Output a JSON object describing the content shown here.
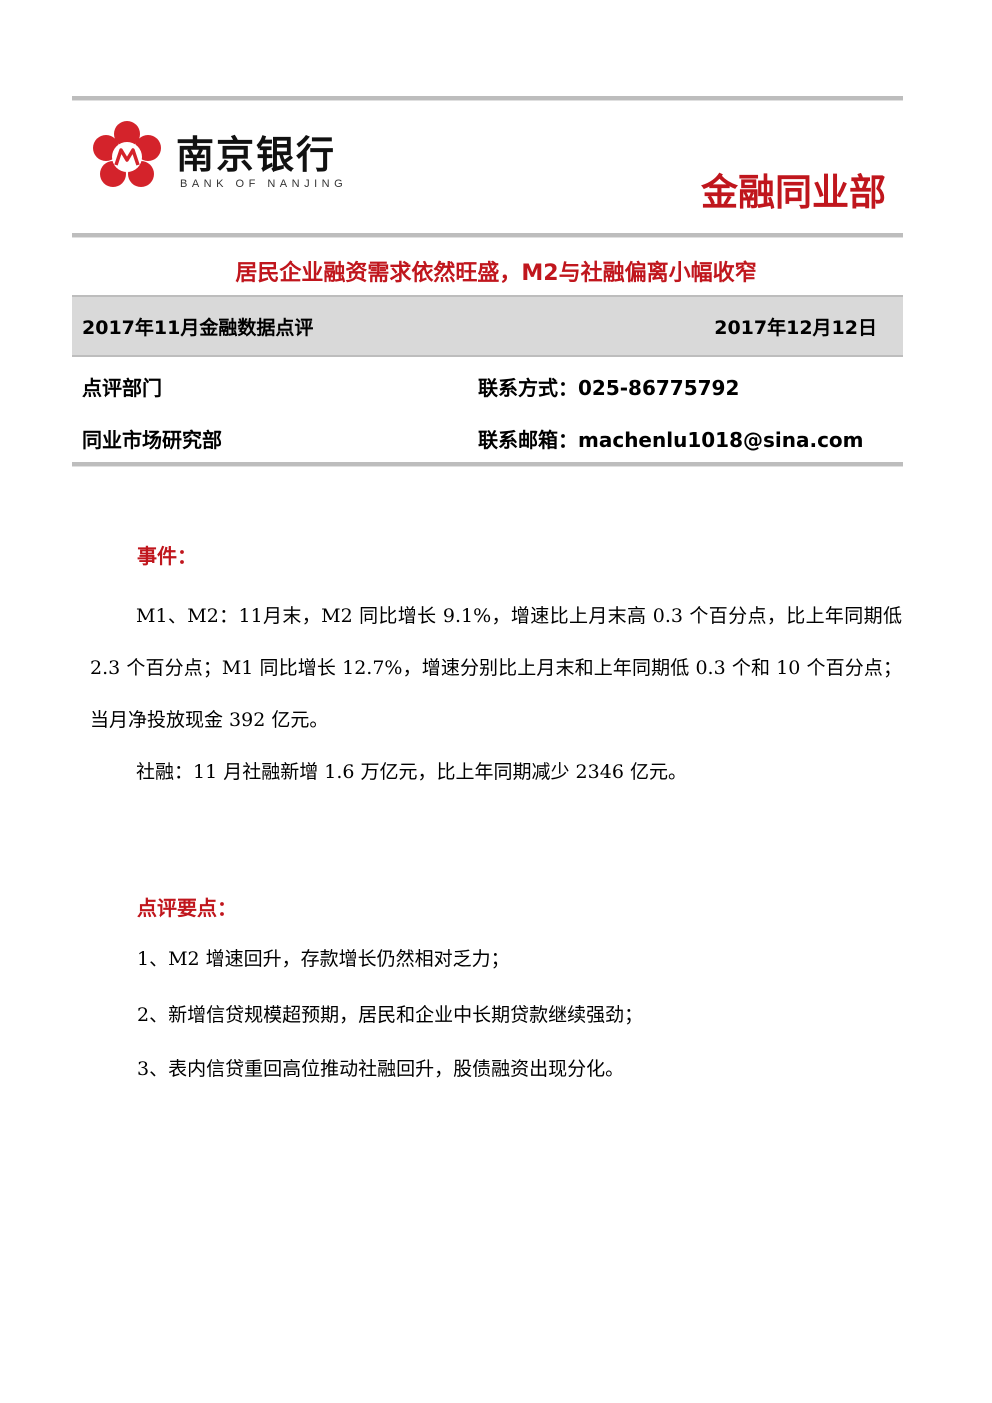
{
  "header": {
    "logo_cn": "南京银行",
    "logo_en": "BANK OF NANJING",
    "department": "金融同业部"
  },
  "headline": "居民企业融资需求依然旺盛，M2与社融偏离小幅收窄",
  "band": {
    "report_name": "2017年11月金融数据点评",
    "date": "2017年12月12日"
  },
  "info": {
    "dept_label": "点评部门",
    "dept_value": "同业市场研究部",
    "contact": "联系方式：025-86775792",
    "email": "联系邮箱：machenlu1018@sina.com"
  },
  "event": {
    "title": "事件：",
    "para1": "M1、M2：11月末，M2 同比增长 9.1%，增速比上月末高 0.3 个百分点，比上年同期低 2.3 个百分点；M1 同比增长 12.7%，增速分别比上月末和上年同期低 0.3 个和 10 个百分点；当月净投放现金 392 亿元。",
    "para2": "社融：11 月社融新增 1.6 万亿元，比上年同期减少 2346 亿元。"
  },
  "points": {
    "title": "点评要点：",
    "items": [
      "1、M2 增速回升，存款增长仍然相对乏力；",
      "2、新增信贷规模超预期，居民和企业中长期贷款继续强劲；",
      "3、表内信贷重回高位推动社融回升，股债融资出现分化。"
    ]
  },
  "colors": {
    "accent_red": "#c0161d",
    "band_grey": "#d9d9d9"
  }
}
